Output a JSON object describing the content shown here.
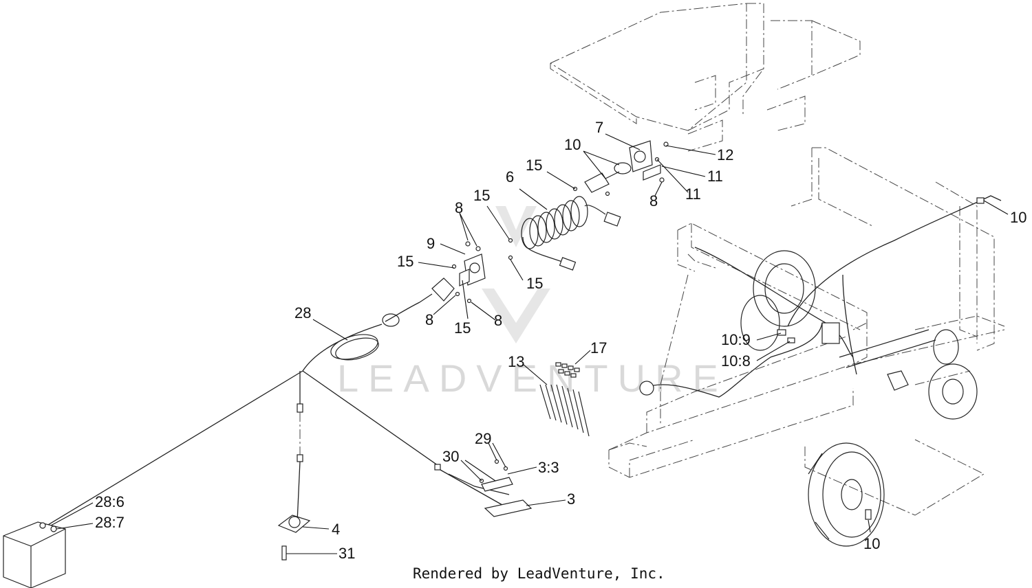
{
  "watermark": "LEADVENTURE",
  "footer": "Rendered by LeadVenture, Inc.",
  "callouts": [
    {
      "id": "c-7",
      "label": "7"
    },
    {
      "id": "c-10a",
      "label": "10"
    },
    {
      "id": "c-15a",
      "label": "15"
    },
    {
      "id": "c-6",
      "label": "6"
    },
    {
      "id": "c-12",
      "label": "12"
    },
    {
      "id": "c-11a",
      "label": "11"
    },
    {
      "id": "c-11b",
      "label": "11"
    },
    {
      "id": "c-8a",
      "label": "8"
    },
    {
      "id": "c-10b",
      "label": "10"
    },
    {
      "id": "c-8b",
      "label": "8"
    },
    {
      "id": "c-15b",
      "label": "15"
    },
    {
      "id": "c-9",
      "label": "9"
    },
    {
      "id": "c-15c",
      "label": "15"
    },
    {
      "id": "c-15d",
      "label": "15"
    },
    {
      "id": "c-8c",
      "label": "8"
    },
    {
      "id": "c-15e",
      "label": "15"
    },
    {
      "id": "c-8d",
      "label": "8"
    },
    {
      "id": "c-28",
      "label": "28"
    },
    {
      "id": "c-109",
      "label": "10:9"
    },
    {
      "id": "c-108",
      "label": "10:8"
    },
    {
      "id": "c-17",
      "label": "17"
    },
    {
      "id": "c-13",
      "label": "13"
    },
    {
      "id": "c-29",
      "label": "29"
    },
    {
      "id": "c-30",
      "label": "30"
    },
    {
      "id": "c-33",
      "label": "3:3"
    },
    {
      "id": "c-3",
      "label": "3"
    },
    {
      "id": "c-286",
      "label": "28:6"
    },
    {
      "id": "c-287",
      "label": "28:7"
    },
    {
      "id": "c-4",
      "label": "4"
    },
    {
      "id": "c-31",
      "label": "31"
    },
    {
      "id": "c-10c",
      "label": "10"
    }
  ]
}
